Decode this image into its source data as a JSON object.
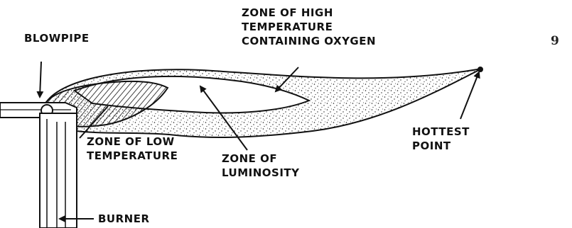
{
  "diagram": {
    "labels": {
      "blowpipe": "BLOWPIPE",
      "high_zone_line1": "ZONE OF HIGH",
      "high_zone_line2": "TEMPERATURE",
      "high_zone_line3": "CONTAINING OXYGEN",
      "low_zone_line1": "ZONE OF LOW",
      "low_zone_line2": "TEMPERATURE",
      "luminosity_line1": "ZONE OF",
      "luminosity_line2": "LUMINOSITY",
      "hottest_line1": "HOTTEST",
      "hottest_line2": "POINT",
      "burner": "BURNER"
    },
    "page_number": "9"
  }
}
